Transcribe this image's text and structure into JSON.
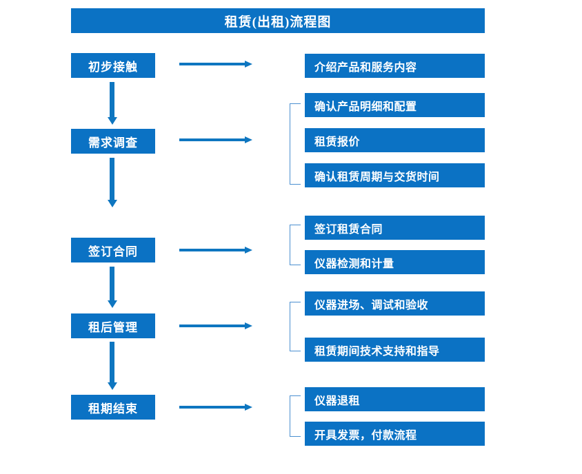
{
  "chart": {
    "title": "租赁(出租)流程图",
    "accent_color": "#0b72c4",
    "arrow_color": "#0e76c0",
    "bracket_color": "#4a8fd0",
    "text_color": "#ffffff",
    "background": "#ffffff"
  },
  "stages": [
    {
      "label": "初步接触",
      "details": [
        "介绍产品和服务内容"
      ]
    },
    {
      "label": "需求调查",
      "details": [
        "确认产品明细和配置",
        "租赁报价",
        "确认租赁周期与交货时间"
      ]
    },
    {
      "label": "签订合同",
      "details": [
        "签订租赁合同",
        "仪器检测和计量"
      ]
    },
    {
      "label": "租后管理",
      "details": [
        "仪器进场、调试和验收",
        "租赁期间技术支持和指导"
      ]
    },
    {
      "label": "租期结束",
      "details": [
        "仪器退租",
        "开具发票，付款流程"
      ]
    }
  ]
}
